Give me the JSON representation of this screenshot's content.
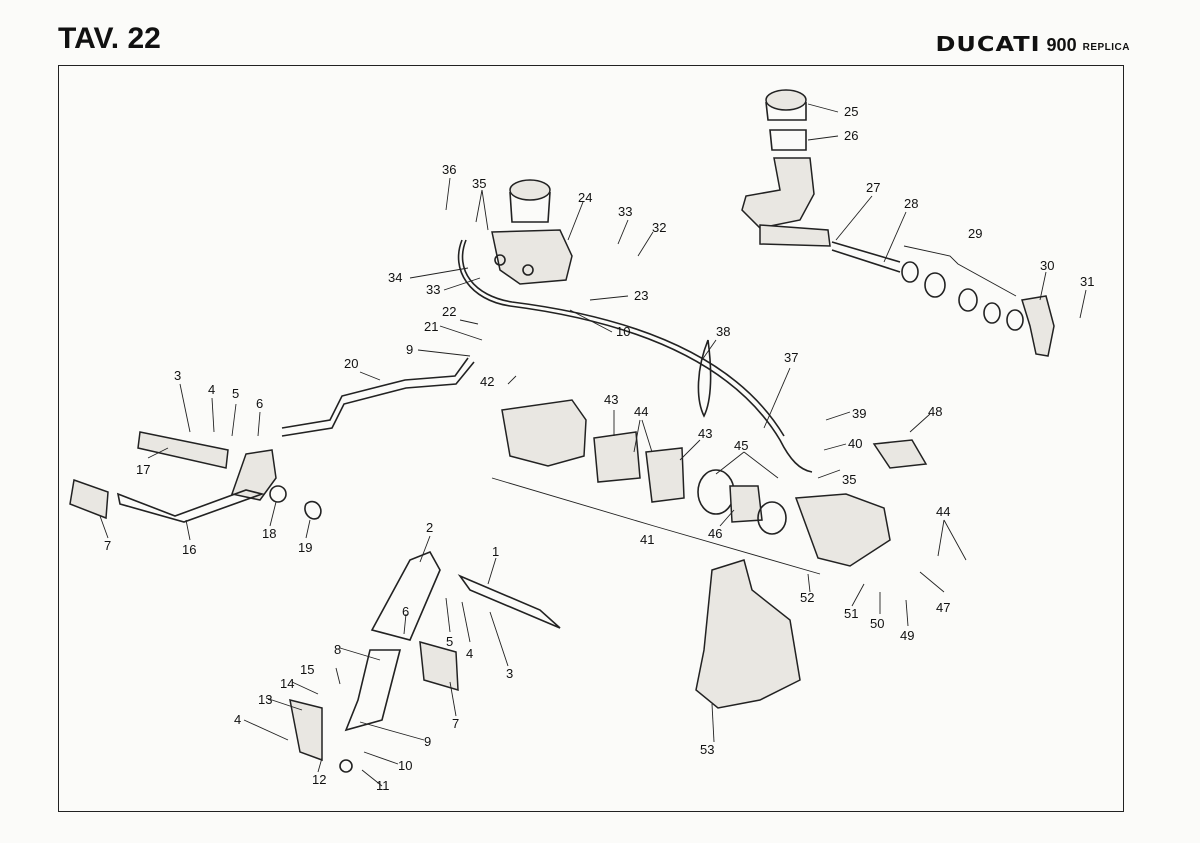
{
  "page": {
    "table_label": "TAV. 22",
    "brand": "DUCATI",
    "model": "900",
    "model_suffix": "REPLICA"
  },
  "callouts": [
    {
      "id": "c36",
      "label": "36"
    },
    {
      "id": "c35a",
      "label": "35"
    },
    {
      "id": "c24",
      "label": "24"
    },
    {
      "id": "c33a",
      "label": "33"
    },
    {
      "id": "c32",
      "label": "32"
    },
    {
      "id": "c34",
      "label": "34"
    },
    {
      "id": "c33b",
      "label": "33"
    },
    {
      "id": "c23",
      "label": "23"
    },
    {
      "id": "c22",
      "label": "22"
    },
    {
      "id": "c21",
      "label": "21"
    },
    {
      "id": "c10a",
      "label": "10"
    },
    {
      "id": "c9a",
      "label": "9"
    },
    {
      "id": "c20",
      "label": "20"
    },
    {
      "id": "c3a",
      "label": "3"
    },
    {
      "id": "c4a",
      "label": "4"
    },
    {
      "id": "c5a",
      "label": "5"
    },
    {
      "id": "c6a",
      "label": "6"
    },
    {
      "id": "c17",
      "label": "17"
    },
    {
      "id": "c7a",
      "label": "7"
    },
    {
      "id": "c16",
      "label": "16"
    },
    {
      "id": "c18",
      "label": "18"
    },
    {
      "id": "c19",
      "label": "19"
    },
    {
      "id": "c25",
      "label": "25"
    },
    {
      "id": "c26",
      "label": "26"
    },
    {
      "id": "c27",
      "label": "27"
    },
    {
      "id": "c28",
      "label": "28"
    },
    {
      "id": "c29",
      "label": "29"
    },
    {
      "id": "c30",
      "label": "30"
    },
    {
      "id": "c31",
      "label": "31"
    },
    {
      "id": "c38",
      "label": "38"
    },
    {
      "id": "c37",
      "label": "37"
    },
    {
      "id": "c42",
      "label": "42"
    },
    {
      "id": "c43a",
      "label": "43"
    },
    {
      "id": "c44a",
      "label": "44"
    },
    {
      "id": "c43b",
      "label": "43"
    },
    {
      "id": "c45",
      "label": "45"
    },
    {
      "id": "c39",
      "label": "39"
    },
    {
      "id": "c40",
      "label": "40"
    },
    {
      "id": "c35b",
      "label": "35"
    },
    {
      "id": "c48",
      "label": "48"
    },
    {
      "id": "c41",
      "label": "41"
    },
    {
      "id": "c46",
      "label": "46"
    },
    {
      "id": "c44b",
      "label": "44"
    },
    {
      "id": "c47",
      "label": "47"
    },
    {
      "id": "c52",
      "label": "52"
    },
    {
      "id": "c51",
      "label": "51"
    },
    {
      "id": "c50",
      "label": "50"
    },
    {
      "id": "c49",
      "label": "49"
    },
    {
      "id": "c53",
      "label": "53"
    },
    {
      "id": "c2",
      "label": "2"
    },
    {
      "id": "c1",
      "label": "1"
    },
    {
      "id": "c6b",
      "label": "6"
    },
    {
      "id": "c5b",
      "label": "5"
    },
    {
      "id": "c4b",
      "label": "4"
    },
    {
      "id": "c3b",
      "label": "3"
    },
    {
      "id": "c8",
      "label": "8"
    },
    {
      "id": "c7b",
      "label": "7"
    },
    {
      "id": "c15",
      "label": "15"
    },
    {
      "id": "c14",
      "label": "14"
    },
    {
      "id": "c13",
      "label": "13"
    },
    {
      "id": "c4c",
      "label": "4"
    },
    {
      "id": "c9b",
      "label": "9"
    },
    {
      "id": "c10b",
      "label": "10"
    },
    {
      "id": "c12",
      "label": "12"
    },
    {
      "id": "c11",
      "label": "11"
    }
  ]
}
